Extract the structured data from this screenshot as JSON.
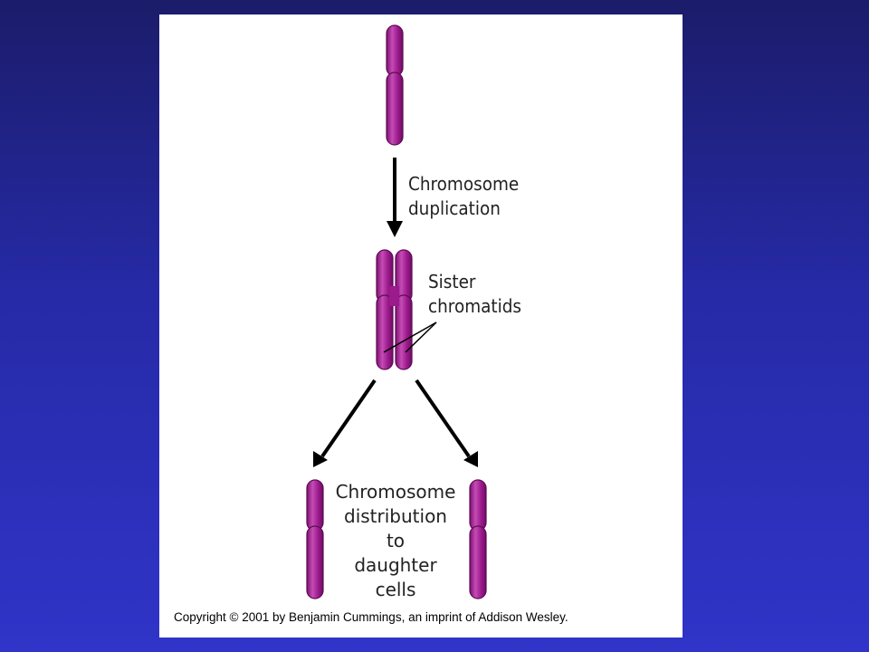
{
  "labels": {
    "duplication": [
      "Chromosome",
      "duplication"
    ],
    "sister": [
      "Sister",
      "chromatids"
    ],
    "distribution": [
      "Chromosome",
      "distribution",
      "to",
      "daughter",
      "cells"
    ]
  },
  "copyright": "Copyright © 2001 by Benjamin Cummings, an imprint of Addison Wesley.",
  "colors": {
    "chromosome": "#9b1a8c",
    "chromosome_light": "#c54bb5",
    "arrow": "#000000",
    "background_top": "#1b1c6a",
    "background_bottom": "#3034c8",
    "panel": "#ffffff"
  }
}
